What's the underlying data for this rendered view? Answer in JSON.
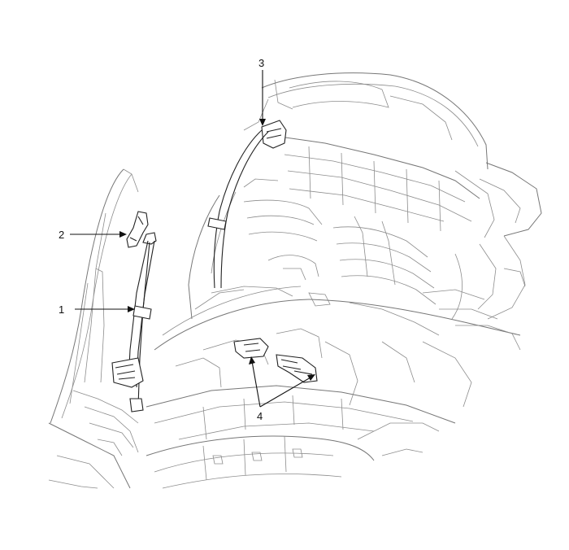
{
  "callouts": [
    {
      "id": "1",
      "label": "1"
    },
    {
      "id": "2",
      "label": "2"
    },
    {
      "id": "3",
      "label": "3"
    },
    {
      "id": "4",
      "label": "4"
    }
  ],
  "colors": {
    "line": "#8c8c8c",
    "part": "#222222",
    "background": "#ffffff"
  }
}
